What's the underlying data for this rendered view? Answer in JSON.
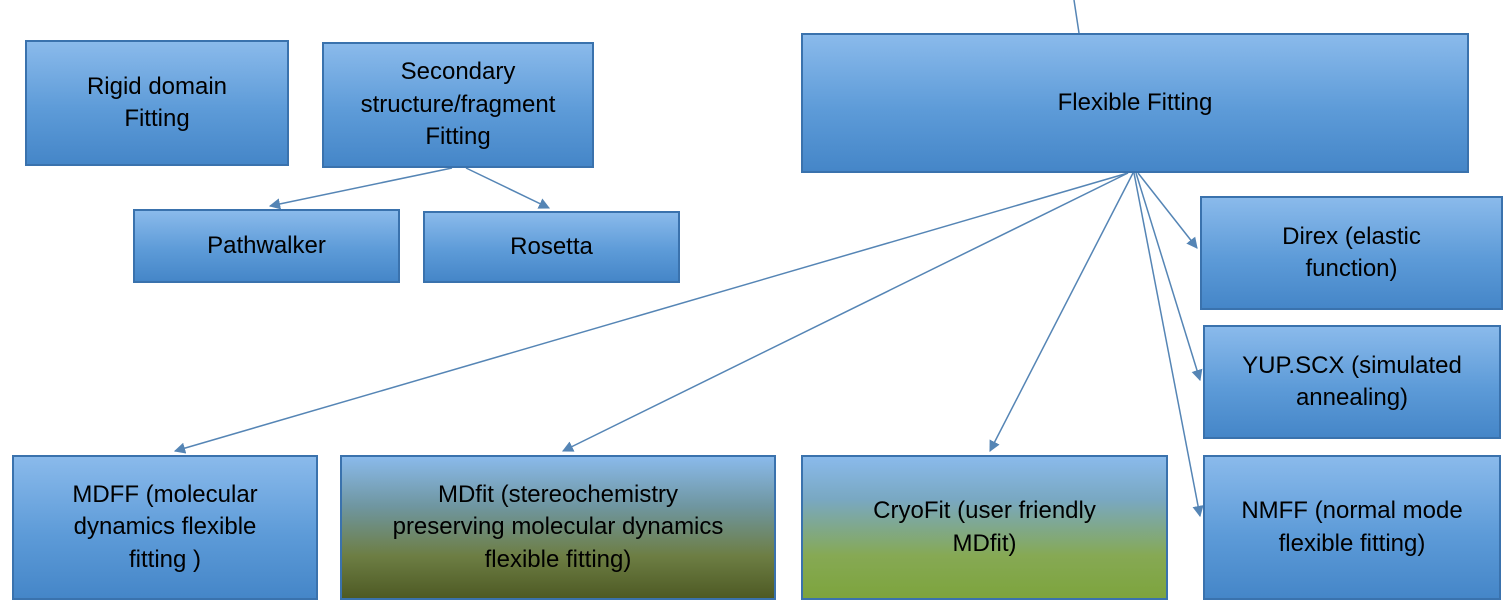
{
  "diagram": {
    "boxes": {
      "rigid": {
        "label": "Rigid domain\nFitting"
      },
      "secondary": {
        "label": "Secondary\nstructure/fragment\nFitting"
      },
      "flexible": {
        "label": "Flexible Fitting"
      },
      "pathwalker": {
        "label": "Pathwalker"
      },
      "rosetta": {
        "label": "Rosetta"
      },
      "direx": {
        "label": "Direx (elastic\nfunction)"
      },
      "yupscx": {
        "label": "YUP.SCX (simulated\nannealing)"
      },
      "nmff": {
        "label": "NMFF (normal mode\nflexible fitting)"
      },
      "mdff": {
        "label": "MDFF (molecular\ndynamics flexible\nfitting )"
      },
      "mdfit": {
        "label": "MDfit (stereochemistry\npreserving molecular dynamics\nflexible fitting)"
      },
      "cryofit": {
        "label": "CryoFit (user friendly\nMDfit)"
      }
    },
    "colors": {
      "box_fill_top": "#8abaeb",
      "box_fill_bottom": "#4586c8",
      "box_border": "#3a72ad",
      "arrow": "#5585b5",
      "green_fill_bottom": "#7da43d",
      "olive_fill_bottom": "#4e5a24",
      "text": "#000000",
      "background": "#ffffff"
    }
  }
}
